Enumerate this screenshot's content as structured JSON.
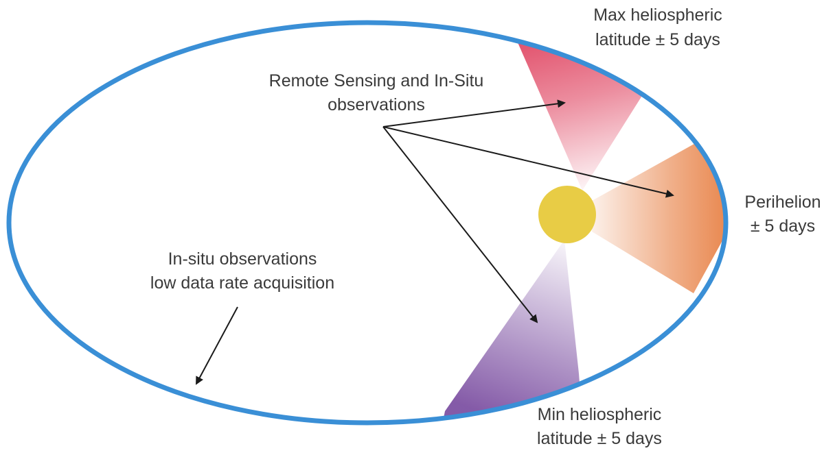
{
  "labels": {
    "max_lat_line1": "Max heliospheric",
    "max_lat_line2": "latitude ± 5 days",
    "remote_line1": "Remote Sensing and In-Situ",
    "remote_line2": "observations",
    "perihelion_line1": "Perihelion",
    "perihelion_line2": "± 5 days",
    "insitu_line1": "In-situ observations",
    "insitu_line2": "low data rate acquisition",
    "min_lat_line1": "Min heliospheric",
    "min_lat_line2": "latitude ± 5 days"
  },
  "colors": {
    "orbit": "#3a8fd6",
    "sun": "#e8cc45",
    "max_latitude_wedge": "#dc2f4f",
    "perihelion_wedge": "#e8844a",
    "min_latitude_wedge": "#7e52a3",
    "arrow": "#1a1a1a",
    "text": "#3a3a3a"
  }
}
